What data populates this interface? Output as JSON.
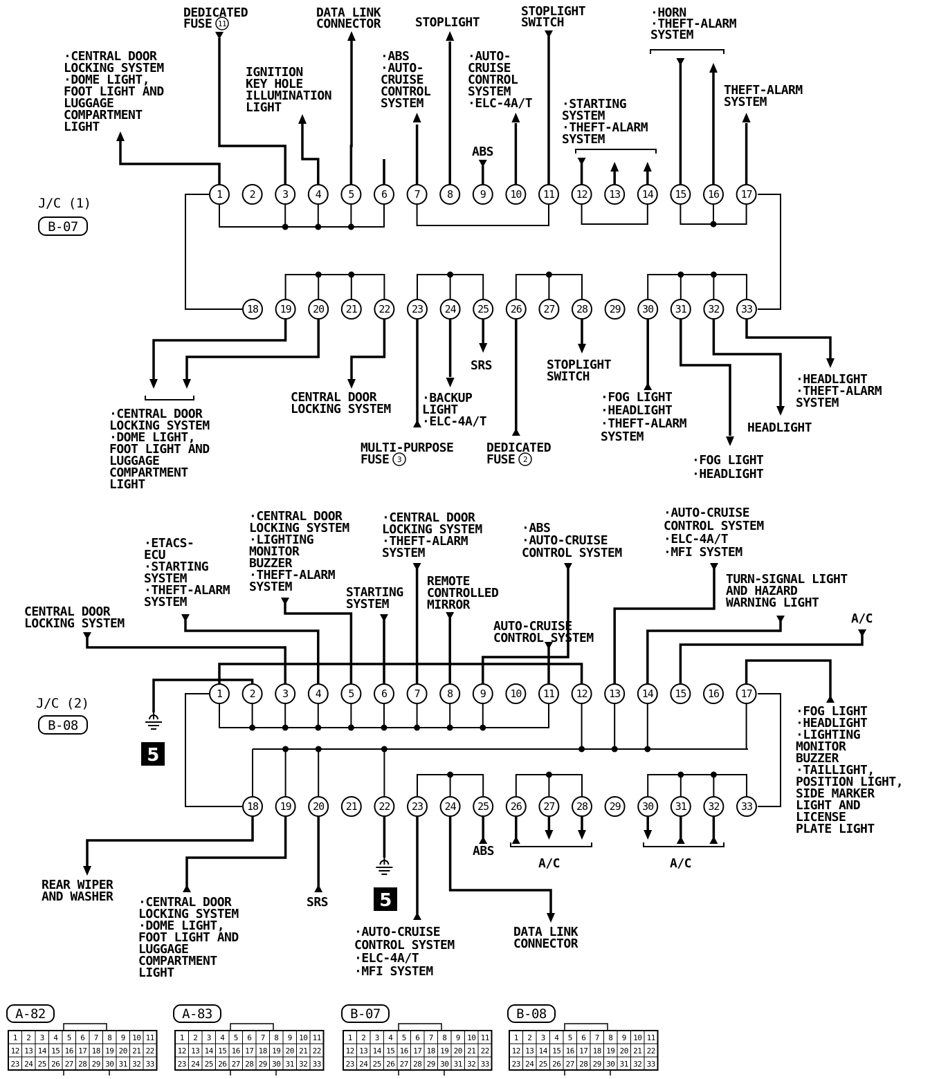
{
  "jc1": {
    "title": "J/C (1)",
    "connector": "B-07",
    "labels": [
      {
        "lines": [
          "DEDICATED",
          "FUSE"
        ],
        "fuse_no": "11"
      },
      {
        "lines": [
          "DATA LINK",
          "CONNECTOR"
        ]
      },
      {
        "lines": [
          "STOPLIGHT"
        ]
      },
      {
        "lines": [
          "STOPLIGHT",
          "SWITCH"
        ]
      },
      {
        "lines": [
          "·HORN",
          "·THEFT-ALARM",
          " SYSTEM"
        ]
      },
      {
        "lines": [
          "·CENTRAL DOOR",
          " LOCKING SYSTEM",
          "·DOME LIGHT,",
          " FOOT LIGHT AND",
          " LUGGAGE",
          " COMPARTMENT",
          " LIGHT"
        ]
      },
      {
        "lines": [
          "IGNITION",
          "KEY HOLE",
          "ILLUMINATION",
          "LIGHT"
        ]
      },
      {
        "lines": [
          "·ABS",
          "·AUTO-",
          " CRUISE",
          " CONTROL",
          " SYSTEM"
        ]
      },
      {
        "lines": [
          "·AUTO-",
          " CRUISE",
          " CONTROL",
          " SYSTEM",
          "·ELC-4A/T"
        ]
      },
      {
        "lines": [
          "ABS"
        ]
      },
      {
        "lines": [
          "·STARTING",
          " SYSTEM",
          "·THEFT-ALARM",
          " SYSTEM"
        ]
      },
      {
        "lines": [
          "THEFT-ALARM",
          "SYSTEM"
        ]
      },
      {
        "lines": [
          "SRS"
        ]
      },
      {
        "lines": [
          "STOPLIGHT",
          "SWITCH"
        ]
      },
      {
        "lines": [
          "·HEADLIGHT",
          "·THEFT-ALARM",
          " SYSTEM"
        ]
      },
      {
        "lines": [
          "CENTRAL DOOR",
          "LOCKING SYSTEM"
        ]
      },
      {
        "lines": [
          "·BACKUP",
          " LIGHT",
          "·ELC-4A/T"
        ]
      },
      {
        "lines": [
          "·FOG LIGHT",
          "·HEADLIGHT",
          "·THEFT-ALARM",
          " SYSTEM"
        ]
      },
      {
        "lines": [
          "HEADLIGHT"
        ]
      },
      {
        "lines": [
          "·CENTRAL DOOR",
          " LOCKING SYSTEM",
          "·DOME LIGHT,",
          " FOOT LIGHT AND",
          " LUGGAGE",
          " COMPARTMENT",
          " LIGHT"
        ]
      },
      {
        "lines": [
          "MULTI-PURPOSE",
          "FUSE"
        ],
        "fuse_no": "3"
      },
      {
        "lines": [
          "DEDICATED",
          "FUSE"
        ],
        "fuse_no": "2"
      },
      {
        "lines": [
          "·FOG LIGHT",
          "·HEADLIGHT"
        ]
      }
    ]
  },
  "jc2": {
    "title": "J/C (2)",
    "connector": "B-08",
    "ground_no": "5",
    "labels": [
      {
        "lines": [
          "·CENTRAL DOOR",
          " LOCKING SYSTEM",
          "·LIGHTING",
          " MONITOR",
          " BUZZER",
          "·THEFT-ALARM",
          " SYSTEM"
        ]
      },
      {
        "lines": [
          "·CENTRAL DOOR",
          " LOCKING SYSTEM",
          "·THEFT-ALARM",
          " SYSTEM"
        ]
      },
      {
        "lines": [
          "·ABS",
          "·AUTO-CRUISE",
          " CONTROL SYSTEM"
        ]
      },
      {
        "lines": [
          "·AUTO-CRUISE",
          " CONTROL SYSTEM",
          "·ELC-4A/T",
          "·MFI SYSTEM"
        ]
      },
      {
        "lines": [
          "·ETACS-",
          " ECU",
          "·STARTING",
          " SYSTEM",
          "·THEFT-ALARM",
          " SYSTEM"
        ]
      },
      {
        "lines": [
          "REMOTE",
          "CONTROLLED",
          "MIRROR"
        ]
      },
      {
        "lines": [
          "STARTING",
          "SYSTEM"
        ]
      },
      {
        "lines": [
          "TURN-SIGNAL LIGHT",
          "AND HAZARD",
          "WARNING LIGHT"
        ]
      },
      {
        "lines": [
          "CENTRAL DOOR",
          "LOCKING SYSTEM"
        ]
      },
      {
        "lines": [
          "AUTO-CRUISE",
          "CONTROL SYSTEM"
        ]
      },
      {
        "lines": [
          "A/C"
        ]
      },
      {
        "lines": [
          "·FOG LIGHT",
          "·HEADLIGHT",
          "·LIGHTING",
          " MONITOR",
          " BUZZER",
          "·TAILLIGHT,",
          " POSITION LIGHT,",
          " SIDE MARKER",
          " LIGHT AND",
          " LICENSE",
          " PLATE LIGHT"
        ]
      },
      {
        "lines": [
          "ABS"
        ]
      },
      {
        "lines": [
          "A/C"
        ]
      },
      {
        "lines": [
          "A/C"
        ]
      },
      {
        "lines": [
          "REAR WIPER",
          "AND WASHER"
        ]
      },
      {
        "lines": [
          "SRS"
        ]
      },
      {
        "lines": [
          "·CENTRAL DOOR",
          " LOCKING SYSTEM",
          "·DOME LIGHT,",
          " FOOT LIGHT AND",
          " LUGGAGE",
          " COMPARTMENT",
          " LIGHT"
        ]
      },
      {
        "lines": [
          "·AUTO-CRUISE",
          " CONTROL SYSTEM",
          "·ELC-4A/T",
          "·MFI SYSTEM"
        ]
      },
      {
        "lines": [
          "DATA LINK",
          "CONNECTOR"
        ]
      }
    ]
  },
  "connectors": [
    {
      "id": "A-82"
    },
    {
      "id": "A-83"
    },
    {
      "id": "B-07"
    },
    {
      "id": "B-08"
    }
  ],
  "pins_top": [
    "1",
    "2",
    "3",
    "4",
    "5",
    "6",
    "7",
    "8",
    "9",
    "10",
    "11"
  ],
  "pins_mid": [
    "12",
    "13",
    "14",
    "15",
    "16",
    "17",
    "18",
    "19",
    "20",
    "21",
    "22"
  ],
  "pins_bot": [
    "23",
    "24",
    "25",
    "26",
    "27",
    "28",
    "29",
    "30",
    "31",
    "32",
    "33"
  ]
}
